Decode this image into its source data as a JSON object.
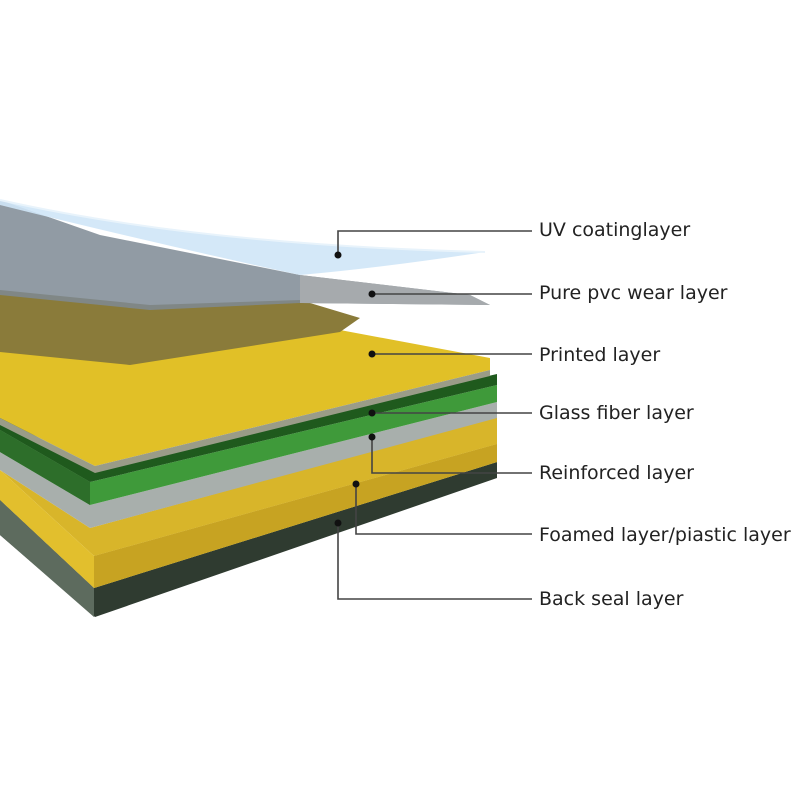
{
  "diagram": {
    "layers": [
      {
        "id": "uv",
        "label": "UV coatinglayer",
        "color": "#cfe6f7"
      },
      {
        "id": "wear",
        "label": "Pure pvc wear layer",
        "color": "#9aa1a6"
      },
      {
        "id": "printed",
        "label": "Printed layer",
        "color": "#e1c027"
      },
      {
        "id": "glass",
        "label": "Glass fiber layer",
        "color": "#3f9a3a"
      },
      {
        "id": "reinforced",
        "label": "Reinforced layer",
        "color": "#a8afac"
      },
      {
        "id": "foamed",
        "label": "Foamed layer/piastic layer",
        "color": "#e2bf2d"
      },
      {
        "id": "back",
        "label": "Back seal layer",
        "color": "#3b4a3c"
      }
    ],
    "leader_color": "#444444"
  }
}
